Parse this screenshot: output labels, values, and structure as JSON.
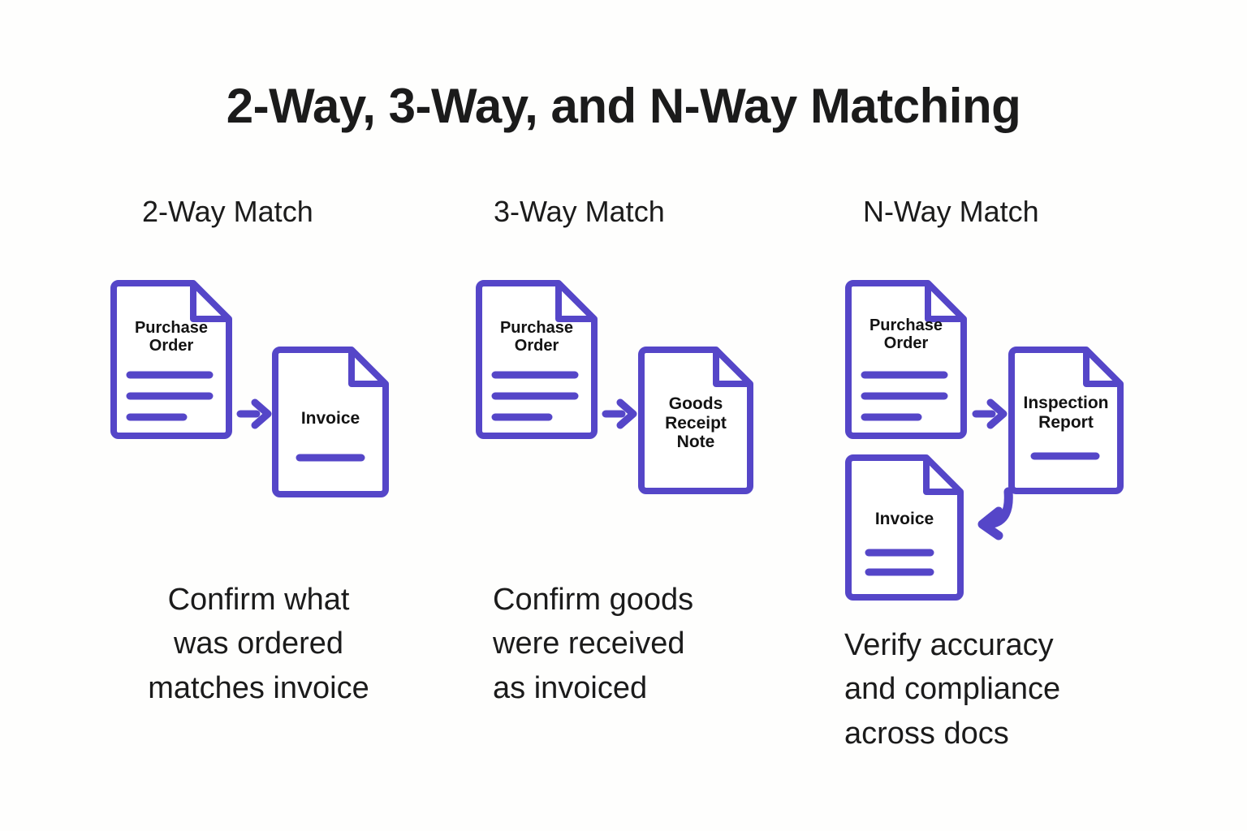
{
  "title": "2-Way, 3-Way, and N-Way Matching",
  "colors": {
    "accent_purple": "#5546c8",
    "text": "#1b1b1b",
    "background": "#fefefd"
  },
  "columns": [
    {
      "id": "two-way",
      "header": "2-Way Match",
      "caption": "Confirm what\nwas ordered\nmatches invoice",
      "documents": [
        {
          "id": "purchase-order",
          "label": "Purchase\nOrder",
          "body_lines": 3
        },
        {
          "id": "invoice",
          "label": "Invoice",
          "body_lines": 1
        }
      ],
      "arrows": [
        {
          "id": "po-to-invoice",
          "type": "straight-right"
        }
      ]
    },
    {
      "id": "three-way",
      "header": "3-Way Match",
      "caption": "Confirm goods\nwere received\nas invoiced",
      "documents": [
        {
          "id": "purchase-order",
          "label": "Purchase\nOrder",
          "body_lines": 3
        },
        {
          "id": "goods-receipt-note",
          "label": "Goods\nReceipt\nNote",
          "body_lines": 0
        }
      ],
      "arrows": [
        {
          "id": "po-to-grn",
          "type": "straight-right"
        }
      ]
    },
    {
      "id": "n-way",
      "header": "N-Way Match",
      "caption": "Verify accuracy\nand compliance\nacross docs",
      "documents": [
        {
          "id": "purchase-order",
          "label": "Purchase\nOrder",
          "body_lines": 3
        },
        {
          "id": "inspection-report",
          "label": "Inspection\nReport",
          "body_lines": 1
        },
        {
          "id": "invoice",
          "label": "Invoice",
          "body_lines": 2
        }
      ],
      "arrows": [
        {
          "id": "po-to-inspection",
          "type": "straight-right"
        },
        {
          "id": "inspection-to-invoice",
          "type": "curved-down-left"
        }
      ]
    }
  ]
}
